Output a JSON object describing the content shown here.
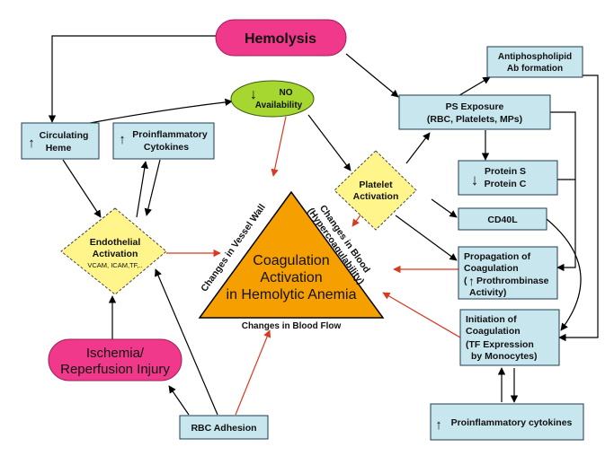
{
  "nodes": {
    "hemolysis": {
      "text": "Hemolysis",
      "color": "#f0398a"
    },
    "no_availability": {
      "line1": "NO",
      "line2": "Availability",
      "arrow": "↓",
      "color": "#a6d630"
    },
    "antiphospholipid": {
      "line1": "Antiphospholipid",
      "line2": "Ab formation"
    },
    "ps_exposure": {
      "line1": "PS Exposure",
      "line2": "(RBC, Platelets, MPs)"
    },
    "circulating_heme": {
      "arrow": "↑",
      "line1": "Circulating",
      "line2": "Heme"
    },
    "proinflam_cytokines": {
      "arrow": "↑",
      "line1": "Proinflammatory",
      "line2": "Cytokines"
    },
    "protein_sc": {
      "arrow": "↓",
      "line1": "Protein S",
      "line2": "Protein C"
    },
    "platelet_activation": {
      "line1": "Platelet",
      "line2": "Activation"
    },
    "cd40l": {
      "text": "CD40L"
    },
    "endothelial_activation": {
      "line1": "Endothelial",
      "line2": "Activation",
      "line3": "VCAM, ICAM,TF,.."
    },
    "propagation": {
      "line1": "Propagation of",
      "line2": "Coagulation",
      "line3_prefix": "(",
      "arrow": "↑",
      "line3": "Prothrombinase",
      "line4": "Activity)"
    },
    "initiation": {
      "line1": "Initiation of",
      "line2": "Coagulation",
      "line3": "(TF Expression",
      "line4": "by Monocytes)"
    },
    "ischemia": {
      "line1": "Ischemia/",
      "line2": "Reperfusion Injury",
      "color": "#f0398a"
    },
    "rbc_adhesion": {
      "text": "RBC Adhesion"
    },
    "proinflam_bottom": {
      "arrow": "↑",
      "text": "Proinflammatory cytokines"
    },
    "triangle": {
      "line1": "Coagulation",
      "line2": "Activation",
      "line3": "in Hemolytic Anemia",
      "left_label": "Changes in Vessel Wall",
      "right_label1": "Changes in Blood",
      "right_label2": "(Hypercoagulability)",
      "bottom_label": "Changes in Blood Flow",
      "color": "#f5a000"
    }
  },
  "colors": {
    "box_fill": "#c7e6ee",
    "box_stroke": "#1f3b52",
    "dashed_fill": "#fff58a",
    "red_arrow": "#d9391f",
    "black_arrow": "#000000"
  }
}
